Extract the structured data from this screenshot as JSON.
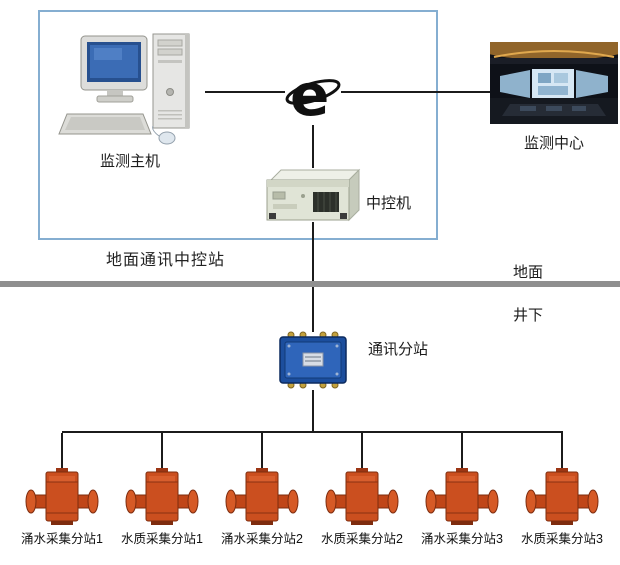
{
  "diagram": {
    "ground_station": {
      "label": "地面通讯中控站",
      "host_label": "监测主机",
      "controller_label": "中控机"
    },
    "monitoring_center_label": "监测中心",
    "divider": {
      "above_label": "地面",
      "below_label": "井下"
    },
    "comm_substation_label": "通讯分站",
    "stations": [
      {
        "label": "涌水采集分站1"
      },
      {
        "label": "水质采集分站1"
      },
      {
        "label": "涌水采集分站2"
      },
      {
        "label": "水质采集分站2"
      },
      {
        "label": "涌水采集分站3"
      },
      {
        "label": "水质采集分站3"
      }
    ],
    "icons": {
      "internet": "internet-e-icon",
      "host": "desktop-computer-icon",
      "controller": "rack-server-icon",
      "substation": "mine-substation-icon",
      "collector": "pipe-flowmeter-icon"
    },
    "colors": {
      "box_border": "#85aed1",
      "divider": "#8f8f8f",
      "line": "#1b1b1b",
      "station_body": "#cb4f1f",
      "substation_blue": "#1c4e9d"
    }
  }
}
